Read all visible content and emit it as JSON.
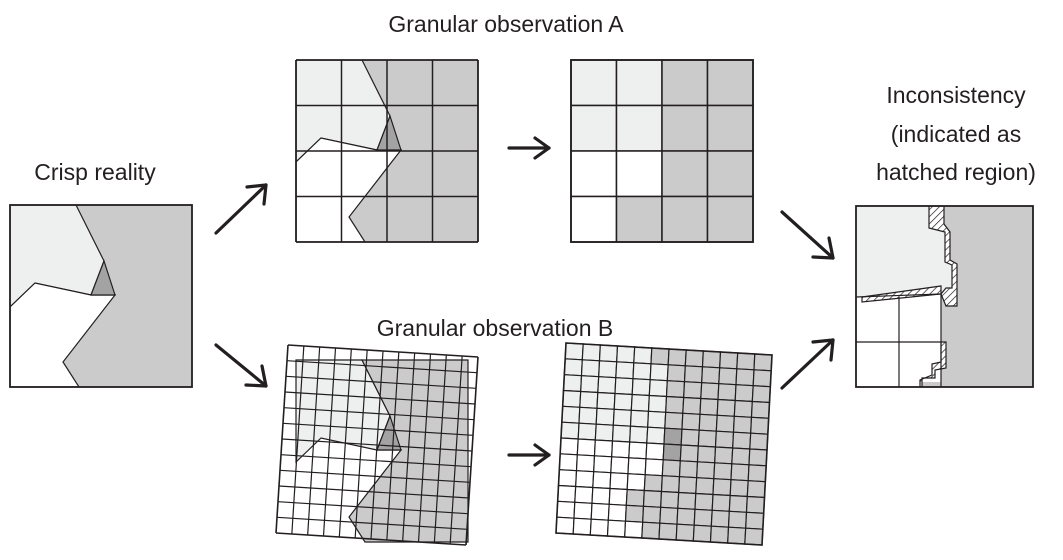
{
  "labels": {
    "crisp_reality": "Crisp reality",
    "observation_a": "Granular observation A",
    "observation_b": "Granular observation B",
    "inconsistency_line1": "Inconsistency",
    "inconsistency_line2": "(indicated as",
    "inconsistency_line3": "hatched region)"
  },
  "colors": {
    "light_region": "#eef0ef",
    "medium_region": "#cbcbcb",
    "dark_region": "#a3a3a3",
    "white_region": "#ffffff",
    "stroke": "#231f20"
  },
  "grids": {
    "observation_a_cells": 4,
    "observation_b_cells": 12
  }
}
